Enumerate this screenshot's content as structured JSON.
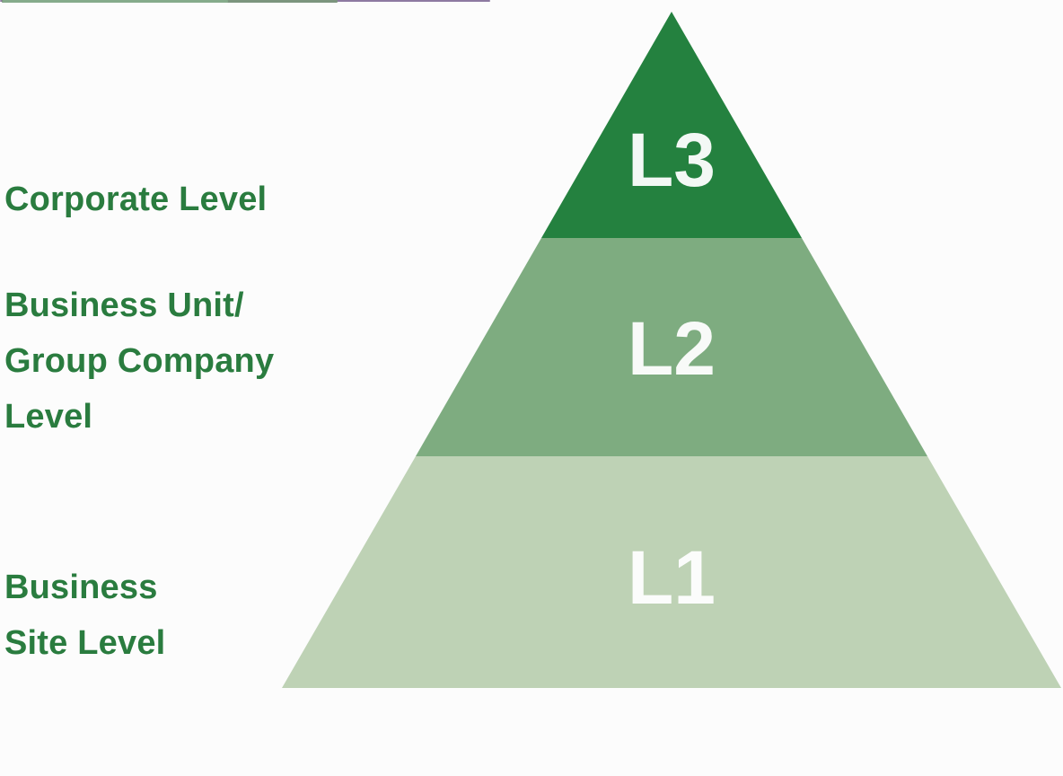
{
  "background_color": "#fcfcfc",
  "pyramid": {
    "text_color": "#ffffff",
    "levels": [
      {
        "label": "L3",
        "color": "#24813f"
      },
      {
        "label": "L2",
        "color": "#7eac80"
      },
      {
        "label": "L1",
        "color": "#bed2b5"
      }
    ]
  },
  "side_label_text_color": "#2a7c3f",
  "side_labels": [
    {
      "lines": [
        "Corporate Level"
      ],
      "underline_color": "#8d7aa1"
    },
    {
      "lines": [
        "Business Unit/",
        "Group Company",
        "Level"
      ],
      "underline_color": "#7c957e"
    },
    {
      "lines": [
        "Business",
        "Site Level"
      ],
      "underline_color": "#85ab8b"
    }
  ]
}
